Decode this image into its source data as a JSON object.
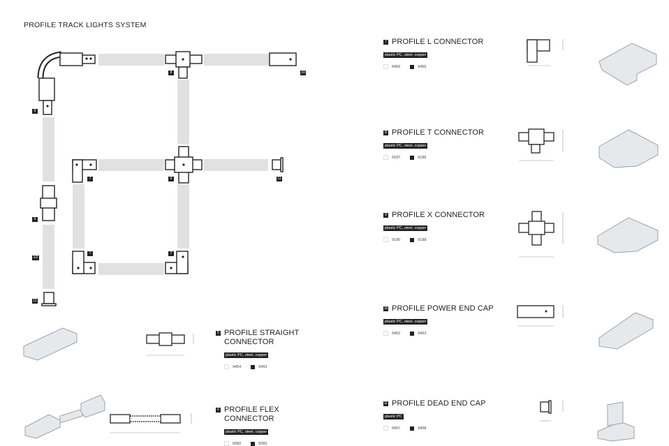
{
  "page_title": "PROFILE TRACK LIGHTS SYSTEM",
  "diagram_badges": [
    "6",
    "8",
    "10",
    "7",
    "9",
    "11",
    "5",
    "7",
    "7",
    "1/2",
    "11"
  ],
  "products": [
    {
      "num": "7",
      "name": "PROFILE L CONNECTOR",
      "material": "plastic PC, steel, copper",
      "code_white": "9456",
      "code_black": "9455"
    },
    {
      "num": "8",
      "name": "PROFILE T CONNECTOR",
      "material": "plastic PC, steel, copper",
      "code_white": "9187",
      "code_black": "9186"
    },
    {
      "num": "9",
      "name": "PROFILE X CONNECTOR",
      "material": "plastic PC, steel, copper",
      "code_white": "9190",
      "code_black": "9188"
    },
    {
      "num": "10",
      "name": "PROFILE POWER END CAP",
      "material": "plastic PC, steel, copper",
      "code_white": "9462",
      "code_black": "9463"
    },
    {
      "num": "11",
      "name": "PROFILE DEAD END CAP",
      "material": "plastic PC",
      "code_white": "9457",
      "code_black": "9458"
    },
    {
      "num": "5",
      "name": "PROFILE STRAIGHT CONNECTOR",
      "material": "plastic PC, steel, copper",
      "code_white": "9454",
      "code_black": "9453"
    },
    {
      "num": "6",
      "name": "PROFILE FLEX CONNECTOR",
      "material": "plastic PC, steel, copper",
      "code_white": "8382",
      "code_black": "8383"
    }
  ],
  "icons": [
    "l-connector-drawing-icon",
    "t-connector-drawing-icon",
    "x-connector-drawing-icon",
    "power-end-cap-drawing-icon",
    "dead-end-cap-drawing-icon",
    "straight-connector-drawing-icon",
    "flex-connector-drawing-icon"
  ]
}
